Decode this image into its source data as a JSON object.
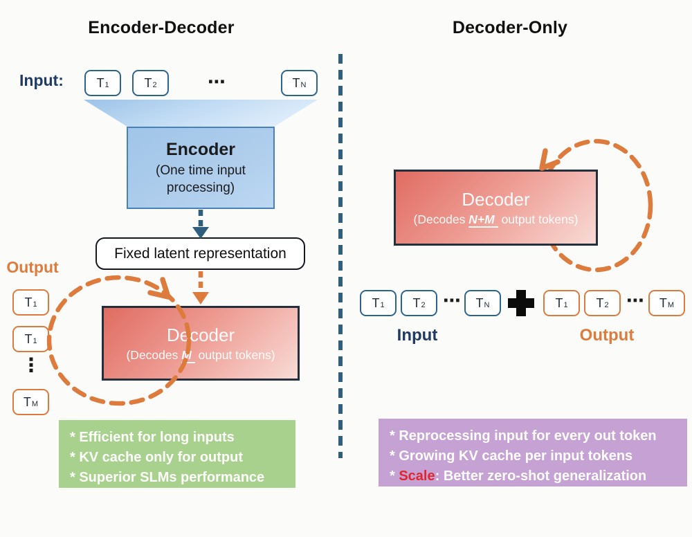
{
  "colors": {
    "accent_orange": "#DD7B3D",
    "navy": "#1F3A63",
    "divider_blue": "#2E5F7F",
    "token_blue_border": "#2C6490",
    "encoder_blue": "#A5C8EA",
    "decoder_red": "#E06C62",
    "green_bg": "#A9D18E",
    "purple_bg": "#C6A1D4",
    "scale_red": "#E0262C"
  },
  "left": {
    "title": "Encoder-Decoder",
    "input_label": "Input:",
    "input_tokens": [
      {
        "base": "T",
        "sub": "1"
      },
      {
        "base": "T",
        "sub": "2"
      },
      {
        "base": "T",
        "sub": "N"
      }
    ],
    "input_ellipsis": "⋯",
    "encoder": {
      "title": "Encoder",
      "subtitle": "(One time input processing)"
    },
    "latent_label": "Fixed latent representation",
    "output_label": "Output",
    "output_tokens": [
      {
        "base": "T",
        "sub": "1"
      },
      {
        "base": "T",
        "sub": "1"
      },
      {
        "base": "T",
        "sub": "M"
      }
    ],
    "output_vdots": "⋮",
    "decoder": {
      "title": "Decoder",
      "subtitle_pre": "(Decodes ",
      "subtitle_em": "M",
      "subtitle_post": " output tokens)"
    },
    "notes": [
      "* Efficient for long inputs",
      "* KV cache only for output",
      "* Superior SLMs performance"
    ]
  },
  "right": {
    "title": "Decoder-Only",
    "decoder": {
      "title": "Decoder",
      "subtitle_pre": "(Decodes ",
      "subtitle_em": "N+M",
      "subtitle_post": " output tokens)"
    },
    "input_tokens": [
      {
        "base": "T",
        "sub": "1"
      },
      {
        "base": "T",
        "sub": "2"
      },
      {
        "base": "T",
        "sub": "N"
      }
    ],
    "output_tokens": [
      {
        "base": "T",
        "sub": "1"
      },
      {
        "base": "T",
        "sub": "2"
      },
      {
        "base": "T",
        "sub": "M"
      }
    ],
    "ellipsis": "⋯",
    "input_label": "Input",
    "output_label": "Output",
    "notes_line1": "* Reprocessing input for every out token",
    "notes_line2": "* Growing KV cache per input tokens",
    "notes_line3_pre": "* ",
    "notes_line3_red": "Scale",
    "notes_line3_post": ": Better zero-shot generalization"
  }
}
